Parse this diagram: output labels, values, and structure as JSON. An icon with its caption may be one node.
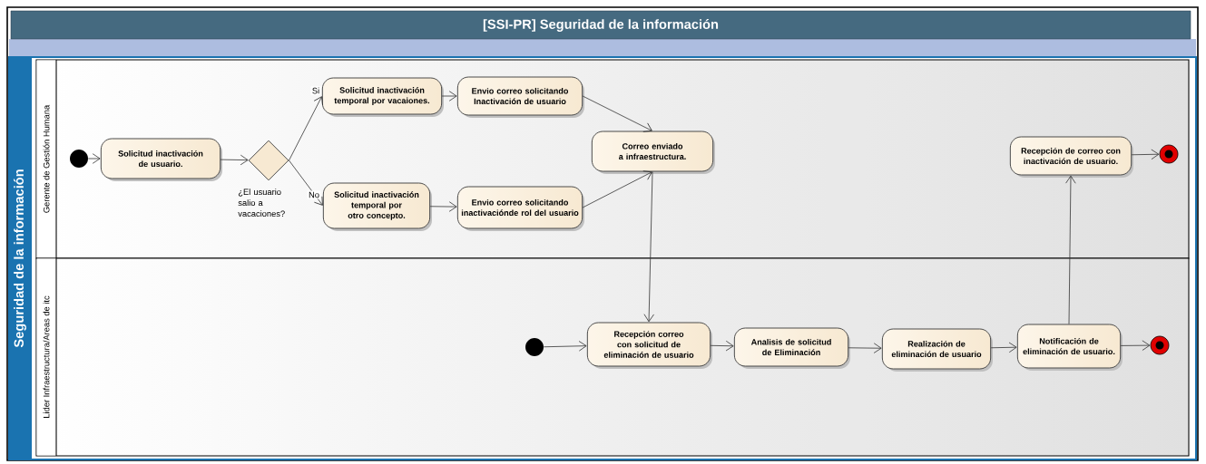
{
  "diagram": {
    "title": "[SSI-PR] Seguridad de la información",
    "nodes": [
      {
        "text": [
          "Seguridad de la información"
        ]
      },
      {
        "text": [
          "Gerente de Gestión Humana"
        ],
        "in": 0
      },
      {
        "text": [
          "Lider Infraestructura/Areas de itc"
        ],
        "in": 0
      },
      {
        "text": [],
        "shape": "dot",
        "in": 1
      },
      {
        "text": [
          "Solicitud inactivación de usuario."
        ],
        "in": 1
      },
      {
        "text": [],
        "shape": "diamond",
        "in": 1,
        "beside": [
          "¿El usuario salio a vacaciones?"
        ]
      },
      {
        "text": [
          "Solicitud inactivación temporal por vacaiones."
        ],
        "in": 1
      },
      {
        "text": [
          "Envio correo solicitando Inactivación de usuario"
        ],
        "in": 1
      },
      {
        "text": [
          "Solicitud inactivación temporal por otro concepto."
        ],
        "in": 1
      },
      {
        "text": [
          "Envio correo solicitando inactivaciónde rol del usuario"
        ],
        "in": 1
      },
      {
        "text": [
          "Correo enviado a infraestructura."
        ],
        "in": 1
      },
      {
        "text": [
          "Recepción de correo con inactivación de usuario."
        ],
        "in": 1
      },
      {
        "text": [],
        "shape": "bullseye",
        "in": 1
      },
      {
        "text": [],
        "shape": "dot",
        "in": 2
      },
      {
        "text": [
          "Recepción correo con solicitud de eliminación de usuario"
        ],
        "in": 2
      },
      {
        "text": [
          "Analisis de solicitud de Eliminación"
        ],
        "in": 2
      },
      {
        "text": [
          "Realización de eliminación de usuario"
        ],
        "in": 2
      },
      {
        "text": [
          "Notificación de eliminación de usuario."
        ],
        "in": 2
      },
      {
        "text": [],
        "shape": "bullseye",
        "in": 2
      }
    ],
    "edges": [
      {
        "from": 3,
        "to": 4,
        "arrow": "to"
      },
      {
        "from": 4,
        "to": 5,
        "arrow": "to"
      },
      {
        "from": 5,
        "to": 6,
        "arrow": "to",
        "label": "Si"
      },
      {
        "from": 5,
        "to": 8,
        "arrow": "to",
        "label": "No"
      },
      {
        "from": 6,
        "to": 7,
        "arrow": "to"
      },
      {
        "from": 8,
        "to": 9,
        "arrow": "to"
      },
      {
        "from": 7,
        "to": 10,
        "arrow": "to"
      },
      {
        "from": 9,
        "to": 10,
        "arrow": "to"
      },
      {
        "from": 10,
        "to": 14,
        "arrow": "to"
      },
      {
        "from": 11,
        "to": 12,
        "arrow": "to"
      },
      {
        "from": 13,
        "to": 14,
        "arrow": "to"
      },
      {
        "from": 14,
        "to": 15,
        "arrow": "to"
      },
      {
        "from": 15,
        "to": 16,
        "arrow": "to"
      },
      {
        "from": 16,
        "to": 17,
        "arrow": "to"
      },
      {
        "from": 17,
        "to": 11,
        "arrow": "to"
      },
      {
        "from": 17,
        "to": 18,
        "arrow": "to"
      }
    ]
  }
}
